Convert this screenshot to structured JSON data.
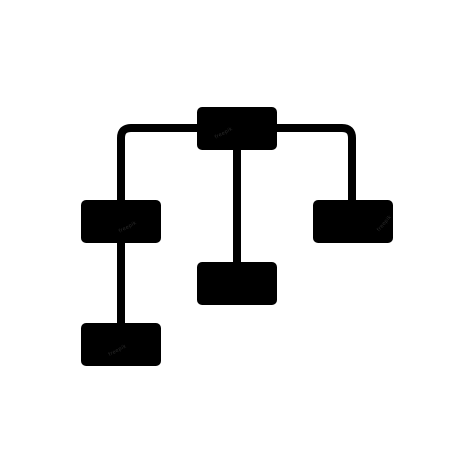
{
  "diagram": {
    "icon": "hierarchy-structure-icon",
    "style": "glyph",
    "colors": {
      "background": "#ffffff",
      "ink": "#000000"
    },
    "nodes": [
      {
        "id": "root"
      },
      {
        "id": "left"
      },
      {
        "id": "middle"
      },
      {
        "id": "right"
      },
      {
        "id": "left-child"
      }
    ],
    "edges": [
      {
        "from": "root",
        "to": "left"
      },
      {
        "from": "root",
        "to": "middle"
      },
      {
        "from": "root",
        "to": "right"
      },
      {
        "from": "left",
        "to": "left-child"
      }
    ],
    "watermark": "freepik"
  }
}
